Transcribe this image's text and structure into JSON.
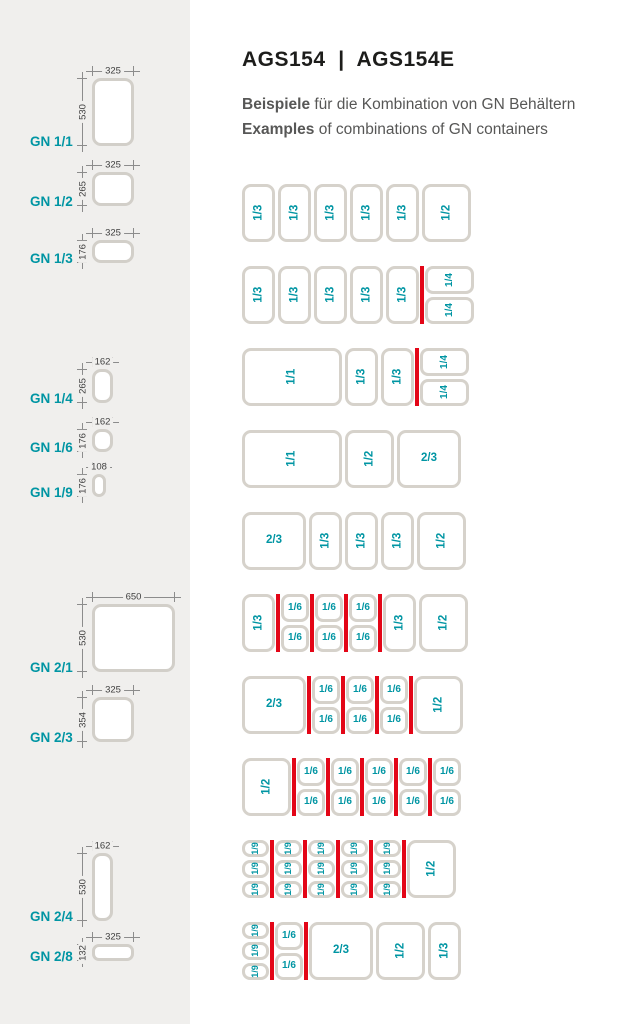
{
  "page": {
    "title": "AGS154  |  AGS154E",
    "subtitle_de_bold": "Beispiele",
    "subtitle_de_rest": " für die Kombination von GN Behältern",
    "subtitle_en_bold": "Examples",
    "subtitle_en_rest": " of combinations of GN containers"
  },
  "colors": {
    "accent_teal": "#0095a3",
    "divider_red": "#e30617",
    "container_border": "#d6d2cb",
    "sidebar_background": "#f0efed"
  },
  "sidebar": {
    "items": [
      {
        "name": "GN 1/1",
        "width_mm": "325",
        "height_mm": "530"
      },
      {
        "name": "GN 1/2",
        "width_mm": "325",
        "height_mm": "265"
      },
      {
        "name": "GN 1/3",
        "width_mm": "325",
        "height_mm": "176"
      },
      {
        "name": "GN 1/4",
        "width_mm": "162",
        "height_mm": "265"
      },
      {
        "name": "GN 1/6",
        "width_mm": "162",
        "height_mm": "176"
      },
      {
        "name": "GN 1/9",
        "width_mm": "108",
        "height_mm": "176"
      },
      {
        "name": "GN 2/1",
        "width_mm": "650",
        "height_mm": "530"
      },
      {
        "name": "GN 2/3",
        "width_mm": "325",
        "height_mm": "354"
      },
      {
        "name": "GN 2/4",
        "width_mm": "162",
        "height_mm": "530"
      },
      {
        "name": "GN 2/8",
        "width_mm": "325",
        "height_mm": "132"
      }
    ]
  },
  "combinations": {
    "rows": [
      {
        "cells": [
          {
            "kind": "v",
            "label": "1/3"
          },
          {
            "kind": "v",
            "label": "1/3"
          },
          {
            "kind": "v",
            "label": "1/3"
          },
          {
            "kind": "v",
            "label": "1/3"
          },
          {
            "kind": "v",
            "label": "1/3"
          },
          {
            "kind": "v",
            "label": "1/2"
          }
        ]
      },
      {
        "cells": [
          {
            "kind": "v",
            "label": "1/3"
          },
          {
            "kind": "v",
            "label": "1/3"
          },
          {
            "kind": "v",
            "label": "1/3"
          },
          {
            "kind": "v",
            "label": "1/3"
          },
          {
            "kind": "v",
            "label": "1/3"
          },
          {
            "kind": "red"
          },
          {
            "kind": "stack2",
            "labels": [
              "1/4",
              "1/4"
            ]
          }
        ]
      },
      {
        "cells": [
          {
            "kind": "v",
            "label": "1/1"
          },
          {
            "kind": "v",
            "label": "1/3"
          },
          {
            "kind": "v",
            "label": "1/3"
          },
          {
            "kind": "red"
          },
          {
            "kind": "stack2",
            "labels": [
              "1/4",
              "1/4"
            ]
          }
        ]
      },
      {
        "cells": [
          {
            "kind": "v",
            "label": "1/1"
          },
          {
            "kind": "v",
            "label": "1/2"
          },
          {
            "kind": "h",
            "label": "2/3"
          }
        ]
      },
      {
        "cells": [
          {
            "kind": "h",
            "label": "2/3"
          },
          {
            "kind": "v",
            "label": "1/3"
          },
          {
            "kind": "v",
            "label": "1/3"
          },
          {
            "kind": "v",
            "label": "1/3"
          },
          {
            "kind": "v",
            "label": "1/2"
          }
        ]
      },
      {
        "cells": [
          {
            "kind": "v",
            "label": "1/3"
          },
          {
            "kind": "red"
          },
          {
            "kind": "stack2",
            "labels": [
              "1/6",
              "1/6"
            ]
          },
          {
            "kind": "red"
          },
          {
            "kind": "stack2",
            "labels": [
              "1/6",
              "1/6"
            ]
          },
          {
            "kind": "red"
          },
          {
            "kind": "stack2",
            "labels": [
              "1/6",
              "1/6"
            ]
          },
          {
            "kind": "red"
          },
          {
            "kind": "v",
            "label": "1/3"
          },
          {
            "kind": "v",
            "label": "1/2"
          }
        ]
      },
      {
        "cells": [
          {
            "kind": "h",
            "label": "2/3"
          },
          {
            "kind": "red"
          },
          {
            "kind": "stack2",
            "labels": [
              "1/6",
              "1/6"
            ]
          },
          {
            "kind": "red"
          },
          {
            "kind": "stack2",
            "labels": [
              "1/6",
              "1/6"
            ]
          },
          {
            "kind": "red"
          },
          {
            "kind": "stack2",
            "labels": [
              "1/6",
              "1/6"
            ]
          },
          {
            "kind": "red"
          },
          {
            "kind": "v",
            "label": "1/2"
          }
        ]
      },
      {
        "cells": [
          {
            "kind": "v",
            "label": "1/2"
          },
          {
            "kind": "red"
          },
          {
            "kind": "stack2",
            "labels": [
              "1/6",
              "1/6"
            ]
          },
          {
            "kind": "red"
          },
          {
            "kind": "stack2",
            "labels": [
              "1/6",
              "1/6"
            ]
          },
          {
            "kind": "red"
          },
          {
            "kind": "stack2",
            "labels": [
              "1/6",
              "1/6"
            ]
          },
          {
            "kind": "red"
          },
          {
            "kind": "stack2",
            "labels": [
              "1/6",
              "1/6"
            ]
          },
          {
            "kind": "red"
          },
          {
            "kind": "stack2",
            "labels": [
              "1/6",
              "1/6"
            ]
          }
        ]
      },
      {
        "cells": [
          {
            "kind": "stack3",
            "labels": [
              "1/9",
              "1/9",
              "1/9"
            ]
          },
          {
            "kind": "red"
          },
          {
            "kind": "stack3",
            "labels": [
              "1/9",
              "1/9",
              "1/9"
            ]
          },
          {
            "kind": "red"
          },
          {
            "kind": "stack3",
            "labels": [
              "1/9",
              "1/9",
              "1/9"
            ]
          },
          {
            "kind": "red"
          },
          {
            "kind": "stack3",
            "labels": [
              "1/9",
              "1/9",
              "1/9"
            ]
          },
          {
            "kind": "red"
          },
          {
            "kind": "stack3",
            "labels": [
              "1/9",
              "1/9",
              "1/9"
            ]
          },
          {
            "kind": "red"
          },
          {
            "kind": "v",
            "label": "1/2"
          }
        ]
      },
      {
        "cells": [
          {
            "kind": "stack3",
            "labels": [
              "1/9",
              "1/9",
              "1/9"
            ]
          },
          {
            "kind": "red"
          },
          {
            "kind": "stack2",
            "labels": [
              "1/6",
              "1/6"
            ]
          },
          {
            "kind": "red"
          },
          {
            "kind": "h",
            "label": "2/3"
          },
          {
            "kind": "v",
            "label": "1/2"
          },
          {
            "kind": "v",
            "label": "1/3"
          }
        ]
      }
    ]
  }
}
